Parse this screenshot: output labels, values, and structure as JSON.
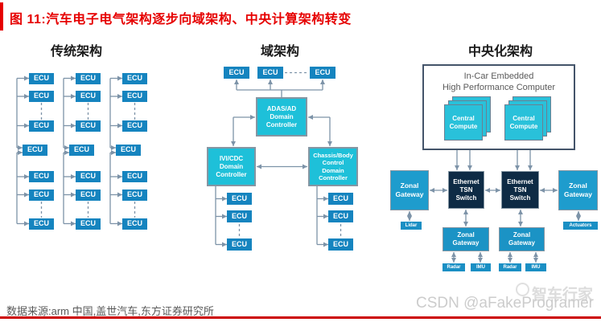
{
  "figure": {
    "title": "图 11:汽车电子电气架构逐步向域架构、中央计算架构转变",
    "source": "数据来源:arm 中国,盖世汽车,东方证券研究所"
  },
  "sections": {
    "traditional": "传统架构",
    "domain": "域架构",
    "central": "中央化架构"
  },
  "labels": {
    "ecu": "ECU",
    "adas_controller": "ADAS/AD\nDomain\nController",
    "ivi_controller": "IVI/CDC\nDomain\nController",
    "chassis_controller": "Chassis/Body\nControl\nDomain\nController",
    "hpc": "In-Car Embedded\nHigh Performance Computer",
    "central_compute": "Central\nCompute",
    "ethernet_switch": "Ethernet\nTSN\nSwitch",
    "zonal_gateway": "Zonal\nGateway",
    "lidar": "Lidar",
    "radar": "Radar",
    "imu": "IMU",
    "actuators": "Actuators"
  },
  "watermark": {
    "csdn": "CSDN @aFakeProgramer",
    "brand": "智车行家"
  },
  "colors": {
    "title_red": "#e60000",
    "ecu_blue": "#1584bf",
    "domain_cyan": "#1ec0d9",
    "switch_navy": "#0e2b45",
    "gateway_blue": "#1e9ccd",
    "connector_gray": "#7d93a8",
    "hpc_border": "#44546a",
    "source_gray": "#595959",
    "divider_red": "#cc0000"
  }
}
